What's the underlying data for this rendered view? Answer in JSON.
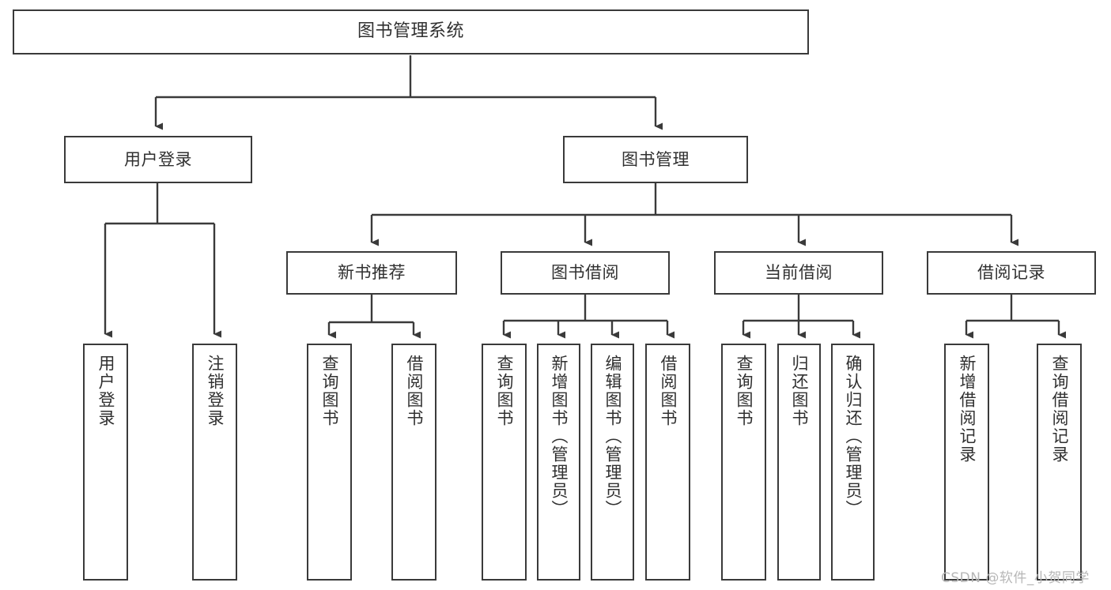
{
  "diagram": {
    "title": "图书管理系统",
    "type": "tree-hierarchy-diagram",
    "watermark": "CSDN @软件_小贺同学",
    "style": {
      "background": "#ffffff",
      "box_border": "#3a3a3a",
      "box_fill": "#ffffff",
      "text_color": "#303030",
      "edge_color": "#3a3a3a",
      "watermark_color": "#b7b7b7"
    },
    "nodes": {
      "root": {
        "label": "图书管理系统"
      },
      "level2": [
        {
          "id": "user-login",
          "label": "用户登录"
        },
        {
          "id": "book-manage",
          "label": "图书管理"
        }
      ],
      "level3": [
        {
          "id": "new-book-recommend",
          "label": "新书推荐"
        },
        {
          "id": "book-borrow",
          "label": "图书借阅"
        },
        {
          "id": "current-borrow",
          "label": "当前借阅"
        },
        {
          "id": "borrow-record",
          "label": "借阅记录"
        }
      ],
      "leaves": {
        "user_login": [
          {
            "id": "leaf-user-login",
            "label": "用户登录"
          },
          {
            "id": "leaf-logout-login",
            "label": "注销登录"
          }
        ],
        "new_book_recommend": [
          {
            "id": "leaf-query-book-1",
            "label": "查询图书"
          },
          {
            "id": "leaf-borrow-book-1",
            "label": "借阅图书"
          }
        ],
        "book_borrow": [
          {
            "id": "leaf-query-book-2",
            "label": "查询图书"
          },
          {
            "id": "leaf-add-book",
            "label": "新增图书（管理员）"
          },
          {
            "id": "leaf-edit-book",
            "label": "编辑图书（管理员）"
          },
          {
            "id": "leaf-borrow-book-2",
            "label": "借阅图书"
          }
        ],
        "current_borrow": [
          {
            "id": "leaf-query-book-3",
            "label": "查询图书"
          },
          {
            "id": "leaf-return-book",
            "label": "归还图书"
          },
          {
            "id": "leaf-confirm-return",
            "label": "确认归还（管理员）"
          }
        ],
        "borrow_record": [
          {
            "id": "leaf-add-record",
            "label": "新增借阅记录"
          },
          {
            "id": "leaf-query-record",
            "label": "查询借阅记录"
          }
        ]
      }
    }
  }
}
